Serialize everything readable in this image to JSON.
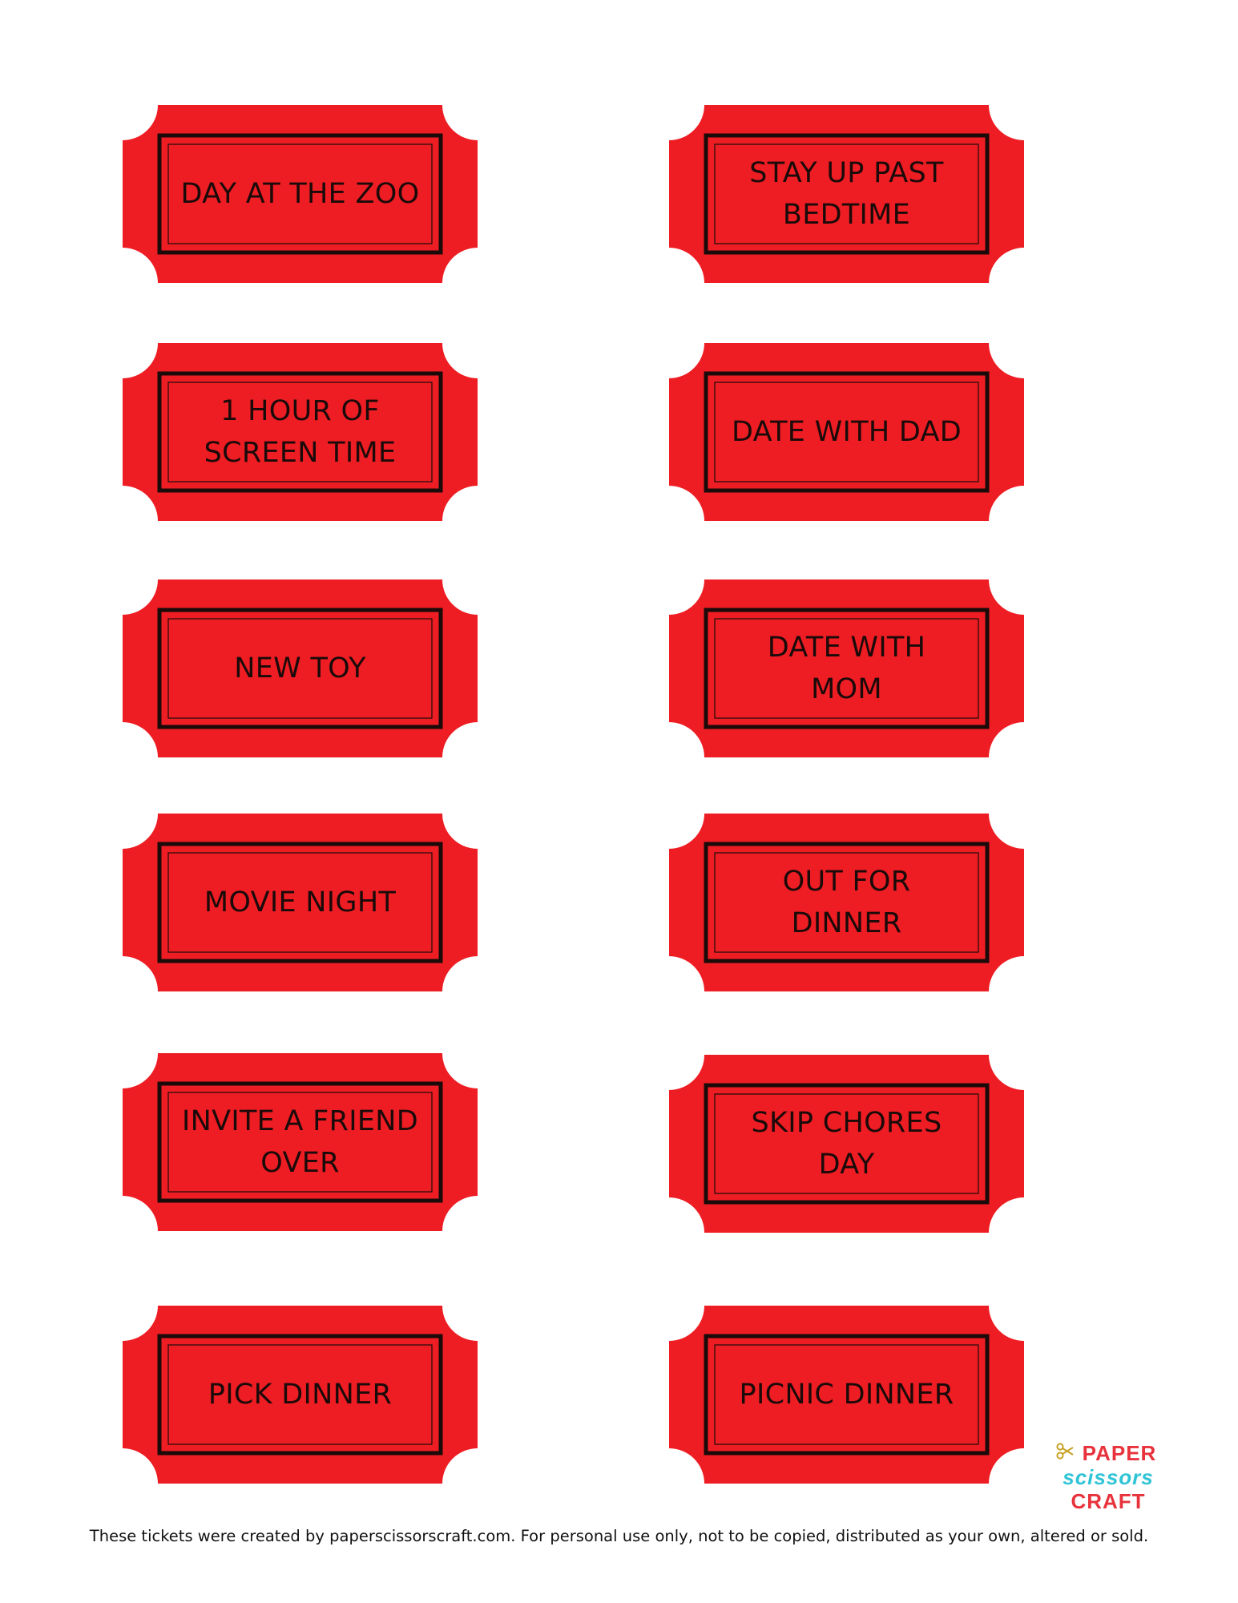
{
  "tickets": {
    "left": [
      {
        "line1": "DAY AT THE ZOO",
        "line2": ""
      },
      {
        "line1": "1 HOUR OF",
        "line2": "SCREEN TIME"
      },
      {
        "line1": "NEW TOY",
        "line2": ""
      },
      {
        "line1": "MOVIE NIGHT",
        "line2": ""
      },
      {
        "line1": "INVITE A FRIEND",
        "line2": "OVER"
      },
      {
        "line1": "PICK DINNER",
        "line2": ""
      }
    ],
    "right": [
      {
        "line1": "STAY UP PAST",
        "line2": "BEDTIME"
      },
      {
        "line1": "DATE WITH DAD",
        "line2": ""
      },
      {
        "line1": "DATE WITH",
        "line2": "MOM"
      },
      {
        "line1": "OUT FOR",
        "line2": "DINNER"
      },
      {
        "line1": "SKIP CHORES",
        "line2": "DAY"
      },
      {
        "line1": "PICNIC DINNER",
        "line2": ""
      }
    ]
  },
  "logo": {
    "line1": "PAPER",
    "line2": "scissors",
    "line3": "CRAFT",
    "icon": "scissors-icon"
  },
  "footer": {
    "text": "These tickets were created by paperscissorscraft.com. For personal use only, not to be copied, distributed as your own, altered or sold."
  },
  "colors": {
    "ticket_red": "#ee1d23",
    "ticket_border": "#1a0a0a",
    "logo_red": "#e8323c",
    "logo_cyan": "#2ec4d6",
    "logo_gold": "#c9a227"
  }
}
